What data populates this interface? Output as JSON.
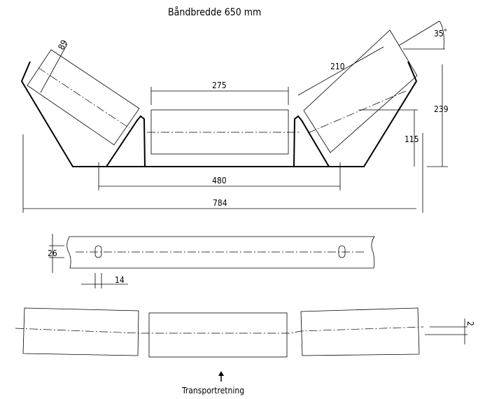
{
  "title": "Båndbredde 650 mm",
  "dimensions": {
    "roller_diameter": "89",
    "side_roller_length": "210",
    "center_roller_length": "275",
    "angle": "35˚",
    "total_height": "239",
    "center_height": "115",
    "mount_spacing": "480",
    "total_width": "784",
    "bar_height": "26",
    "slot_width": "14",
    "offset": "2"
  },
  "direction_label": "Transportretning"
}
